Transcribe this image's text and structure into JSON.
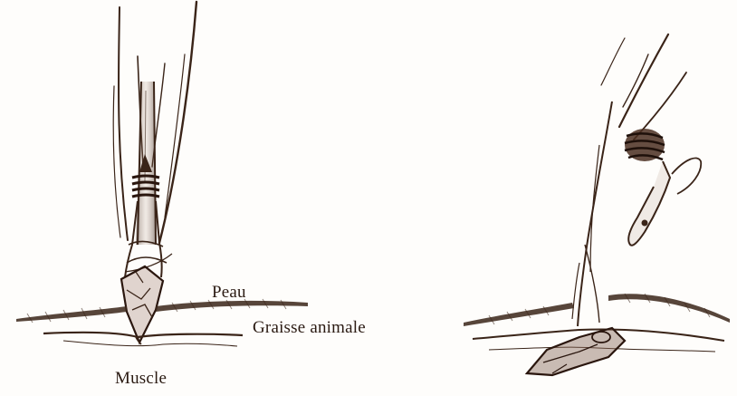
{
  "labels": {
    "skin": "Peau",
    "fat": "Graisse animale",
    "muscle": "Muscle"
  },
  "colors": {
    "ink": "#3a2418",
    "shade": "#6b4a38",
    "paper": "#fefdfb"
  }
}
